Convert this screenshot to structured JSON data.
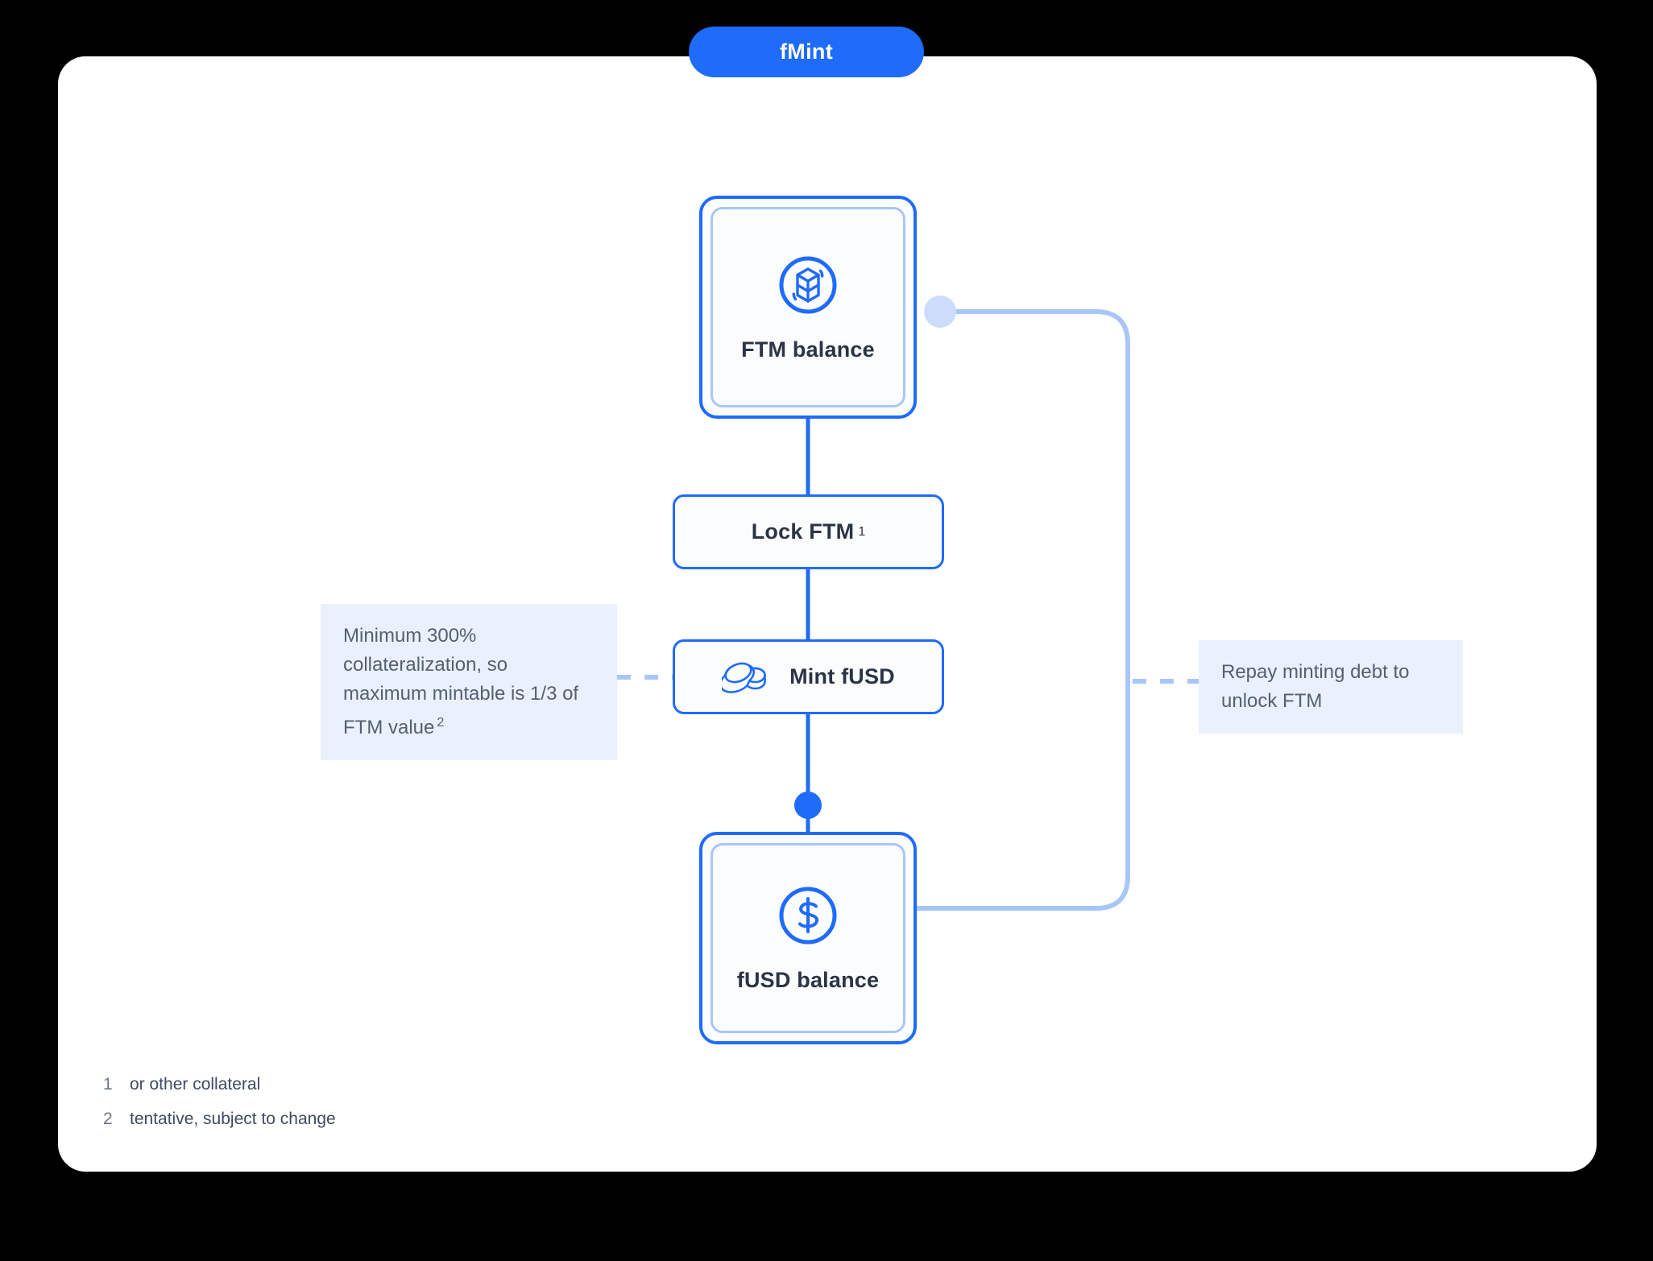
{
  "badge": {
    "label": "fMint"
  },
  "nodes": {
    "ftm_balance": {
      "label": "FTM balance",
      "icon": "fantom-logo-icon"
    },
    "lock_ftm": {
      "label": "Lock FTM",
      "footnote_ref": "1"
    },
    "mint_fusd": {
      "label": "Mint fUSD",
      "icon": "coins-icon"
    },
    "fusd_balance": {
      "label": "fUSD balance",
      "icon": "dollar-circle-icon"
    }
  },
  "notes": {
    "left": {
      "text": "Minimum 300% collateralization, so maximum mintable is 1/3 of FTM value",
      "footnote_ref": "2"
    },
    "right": {
      "text": "Repay minting debt to unlock FTM"
    }
  },
  "footnotes": [
    {
      "num": "1",
      "text": "or other collateral"
    },
    {
      "num": "2",
      "text": "tentative, subject to change"
    }
  ],
  "colors": {
    "brand_blue": "#1f6bfa",
    "light_blue": "#a9c6fb",
    "note_bg": "#eaf1fd",
    "text_dark": "#2b3445",
    "text_muted": "#546072",
    "panel_bg": "#ffffff",
    "page_bg": "#000000"
  }
}
